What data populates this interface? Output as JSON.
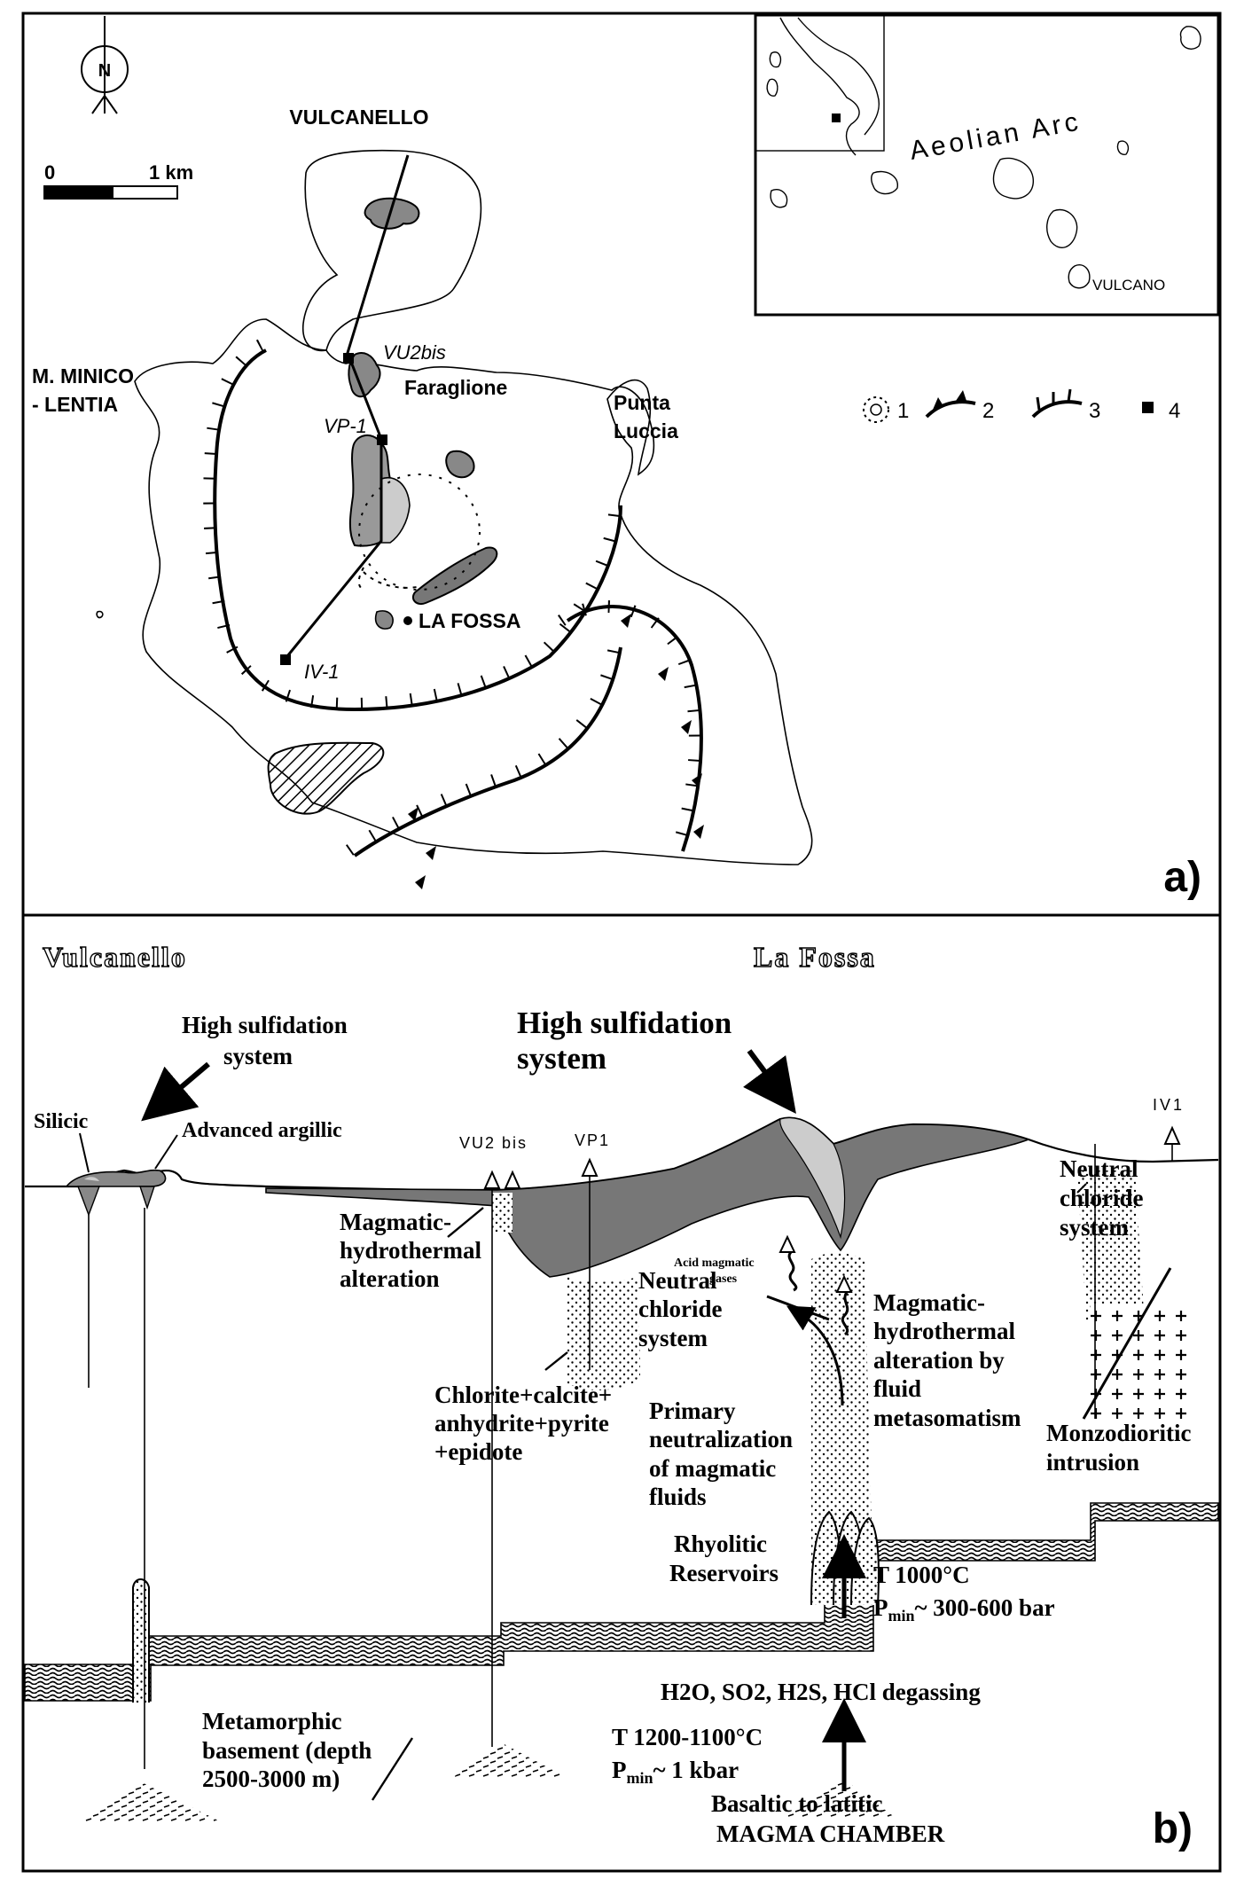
{
  "panel_a": {
    "title": "VULCANELLO",
    "north": "N",
    "scale_zero": "0",
    "scale_km": "1 km",
    "labels": {
      "minico_1": "M. MINICO",
      "minico_2": "- LENTIA",
      "faraglione": "Faraglione",
      "punta_1": "Punta",
      "punta_2": "Luccia",
      "la_fossa": "LA FOSSA",
      "vu2bis": "VU2bis",
      "vp1": "VP-1",
      "iv1": "IV-1"
    },
    "legend": [
      {
        "num": "1"
      },
      {
        "num": "2"
      },
      {
        "num": "3"
      },
      {
        "num": "4"
      }
    ],
    "inset": {
      "arc": "Aeolian Arc",
      "vulcano": "VULCANO"
    },
    "panel_letter": "a)"
  },
  "panel_b": {
    "title_left": "Vulcanello",
    "title_right": "La Fossa",
    "hs_small_1": "High sulfidation",
    "hs_small_2": "system",
    "hs_big_1": "High sulfidation",
    "hs_big_2": "system",
    "silicic": "Silicic",
    "adv_argillic": "Advanced argillic",
    "vu2bis": "VU2 bis",
    "vp1": "VP1",
    "iv1": "IV1",
    "mag_hydro_1": "Magmatic-",
    "mag_hydro_2": "hydrothermal",
    "mag_hydro_3": "alteration",
    "acid_1": "Acid magmatic",
    "acid_2": "gases",
    "neutral_1": "Neutral",
    "neutral_2": "chloride",
    "neutral_3": "system",
    "neutral_r1": "Neutral",
    "neutral_r2": "chloride",
    "neutral_r3": "system",
    "mhf_1": "Magmatic-",
    "mhf_2": "hydrothermal",
    "mhf_3": "alteration by",
    "mhf_4": "fluid",
    "mhf_5": "metasomatism",
    "chlorite_1": "Chlorite+calcite+",
    "chlorite_2": "anhydrite+pyrite",
    "chlorite_3": "+epidote",
    "primary_1": "Primary",
    "primary_2": "neutralization",
    "primary_3": "of magmatic",
    "primary_4": "fluids",
    "monzo_1": "Monzodioritic",
    "monzo_2": "intrusion",
    "rhyo_1": "Rhyolitic",
    "rhyo_2": "Reservoirs",
    "t1000": "T  1000°C",
    "p300_a": "P",
    "p300_sub": "min",
    "p300_b": "~ 300-600 bar",
    "degas": "H2O, SO2, H2S, HCl degassing",
    "meta_1": "Metamorphic",
    "meta_2": "basement (depth",
    "meta_3": "2500-3000 m)",
    "t1200": "T 1200-1100°C",
    "p1_a": "P",
    "p1_sub": "min",
    "p1_b": "~ 1 kbar",
    "basaltic": "Basaltic to latitic",
    "magma": "MAGMA CHAMBER",
    "panel_letter": "b)"
  }
}
